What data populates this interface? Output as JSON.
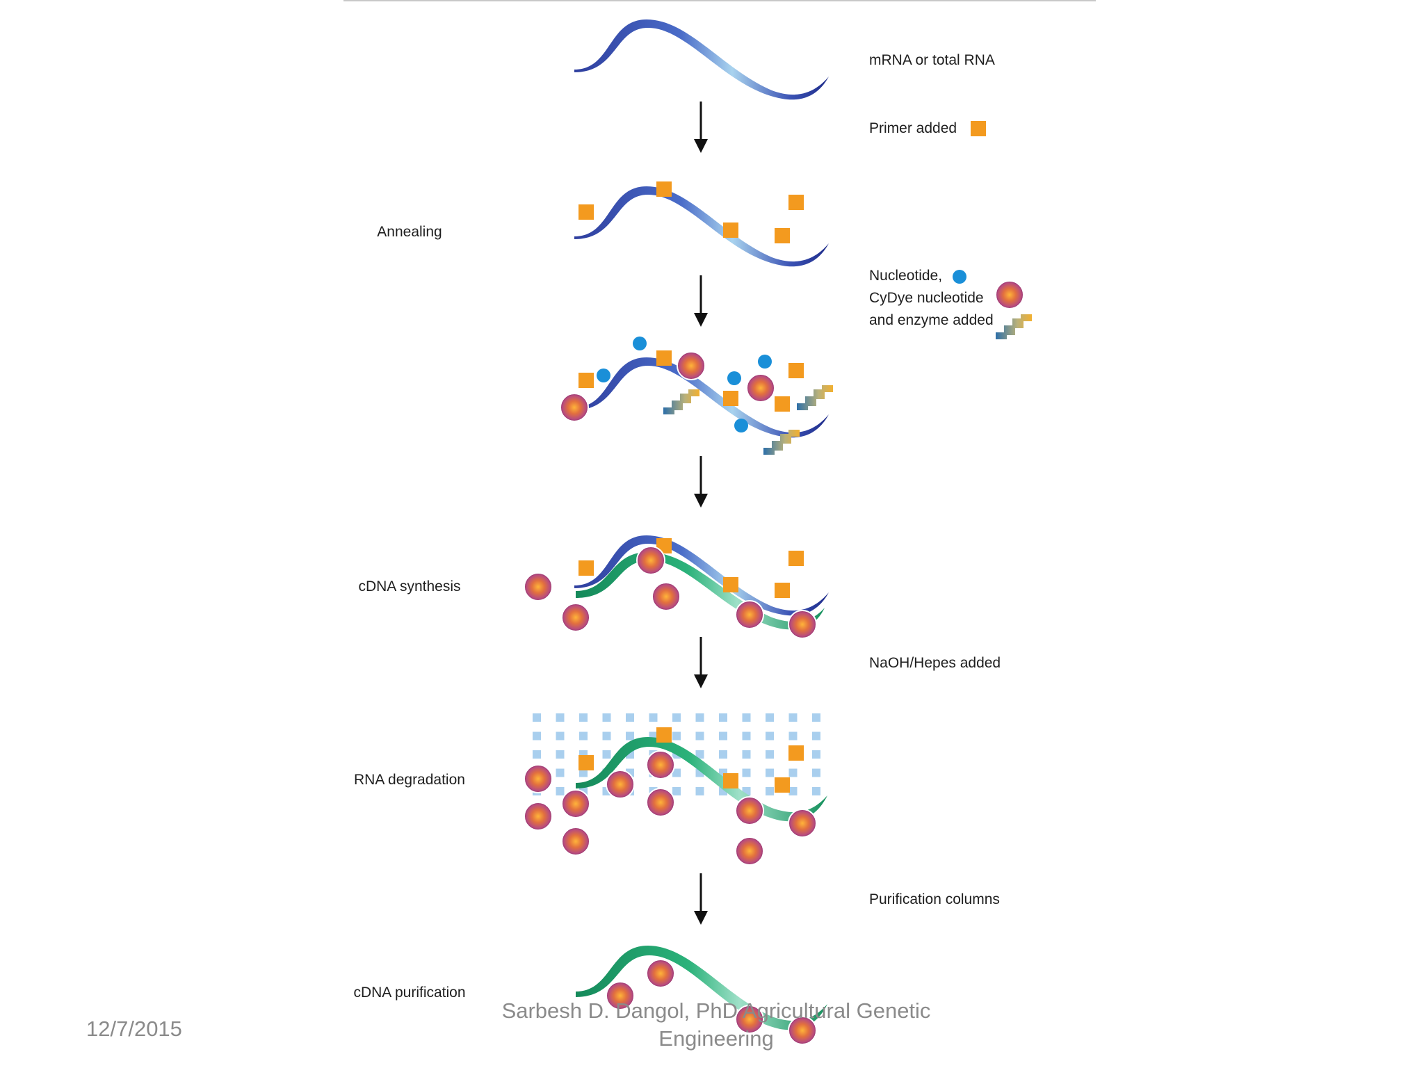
{
  "labels": {
    "mrna": "mRNA or total RNA",
    "primer": "Primer added",
    "nucleotide": "Nucleotide,",
    "cydye": "CyDye nucleotide",
    "enzyme": "and enzyme added",
    "naoh": "NaOH/Hepes added",
    "purification": "Purification columns"
  },
  "steps": {
    "annealing": "Annealing",
    "cdna_synthesis": "cDNA synthesis",
    "rna_degradation": "RNA degradation",
    "cdna_purification": "cDNA purification"
  },
  "footer": {
    "date": "12/7/2015",
    "author": "Sarbesh D. Dangol, PhD Agricultural Genetic Engineering"
  },
  "colors": {
    "rna": "#2e3e9e",
    "rna_light": "#a9d3ee",
    "cdna": "#1f9e6a",
    "primer": "#f39a1f",
    "nucleotide": "#1a8fd8",
    "cydye_outer": "#c0487e",
    "cydye_inner": "#f0a030",
    "grid": "#a9cfee",
    "arrow": "#111111"
  }
}
